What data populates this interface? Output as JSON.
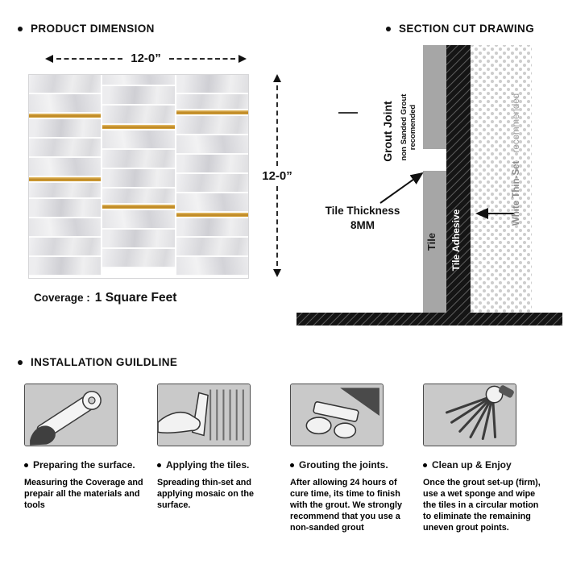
{
  "product_dimension": {
    "heading": "PRODUCT DIMENSION",
    "width_label": "12-0”",
    "height_label": "12-0”",
    "coverage_label": "Coverage :",
    "coverage_value": "1 Square Feet"
  },
  "section_cut": {
    "heading": "SECTION CUT DRAWING",
    "grout_joint_label": "Grout Joint",
    "grout_joint_note_line1": "non Sanded Grout",
    "grout_joint_note_line2": "recomended",
    "tile_thickness_label": "Tile Thickness",
    "tile_thickness_value": "8MM",
    "tile_label": "Tile",
    "adhesive_label": "Tile Adhesive",
    "thinset_label": "White Thin-Set",
    "thinset_note": "recommended"
  },
  "installation": {
    "heading": "INSTALLATION GUILDLINE",
    "steps": [
      {
        "icon": "paint-roller-icon",
        "title": "Preparing the surface.",
        "description": "Measuring the Coverage and prepair all the materials and tools"
      },
      {
        "icon": "trowel-icon",
        "title": "Applying the tiles.",
        "description": "Spreading thin-set and applying mosaic on the surface."
      },
      {
        "icon": "grout-float-icon",
        "title": "Grouting the joints.",
        "description": "After allowing 24 hours of cure time, its time to finish with the grout. We strongly recommend that you use a non-sanded grout"
      },
      {
        "icon": "sponge-spray-icon",
        "title": "Clean up & Enjoy",
        "description": "Once the grout set-up (firm), use a wet sponge and wipe the tiles in a circular motion to eliminate the remaining uneven grout points."
      }
    ]
  },
  "colors": {
    "tile_gray": "#a6a6a6",
    "adhesive_black": "#151515",
    "icon_bg": "#c9c9c9",
    "gold_accent": "#c49a3c"
  }
}
